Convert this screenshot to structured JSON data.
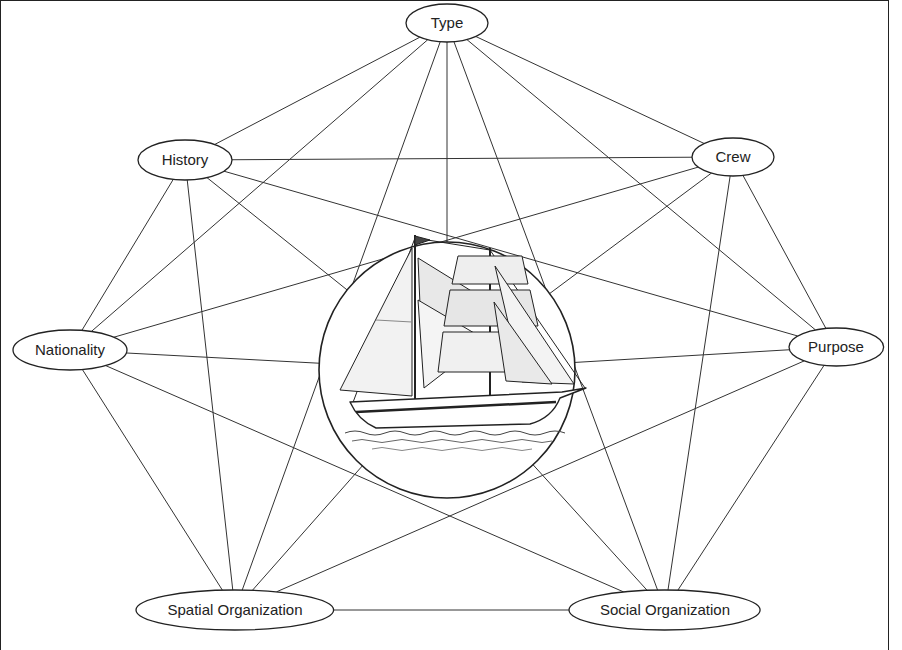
{
  "diagram": {
    "nodes": [
      {
        "text": [
          "Type"
        ]
      },
      {
        "text": [
          "History"
        ]
      },
      {
        "text": [
          "Crew"
        ]
      },
      {
        "text": [
          "Nationality"
        ]
      },
      {
        "text": [
          "Purpose"
        ]
      },
      {
        "text": [
          "Spatial Organization"
        ]
      },
      {
        "text": [
          "Social Organization"
        ]
      }
    ],
    "edges": [
      {
        "from": 0,
        "to": 1,
        "arrow": "none"
      },
      {
        "from": 0,
        "to": 2,
        "arrow": "none"
      },
      {
        "from": 0,
        "to": 3,
        "arrow": "none"
      },
      {
        "from": 0,
        "to": 4,
        "arrow": "none"
      },
      {
        "from": 0,
        "to": 5,
        "arrow": "none"
      },
      {
        "from": 0,
        "to": 6,
        "arrow": "none"
      },
      {
        "from": 1,
        "to": 2,
        "arrow": "none"
      },
      {
        "from": 1,
        "to": 3,
        "arrow": "none"
      },
      {
        "from": 1,
        "to": 4,
        "arrow": "none"
      },
      {
        "from": 1,
        "to": 5,
        "arrow": "none"
      },
      {
        "from": 2,
        "to": 3,
        "arrow": "none"
      },
      {
        "from": 2,
        "to": 4,
        "arrow": "none"
      },
      {
        "from": 2,
        "to": 6,
        "arrow": "none"
      },
      {
        "from": 3,
        "to": 5,
        "arrow": "none"
      },
      {
        "from": 3,
        "to": 6,
        "arrow": "none"
      },
      {
        "from": 4,
        "to": 5,
        "arrow": "none"
      },
      {
        "from": 4,
        "to": 6,
        "arrow": "none"
      },
      {
        "from": 5,
        "to": 6,
        "arrow": "none"
      }
    ]
  }
}
